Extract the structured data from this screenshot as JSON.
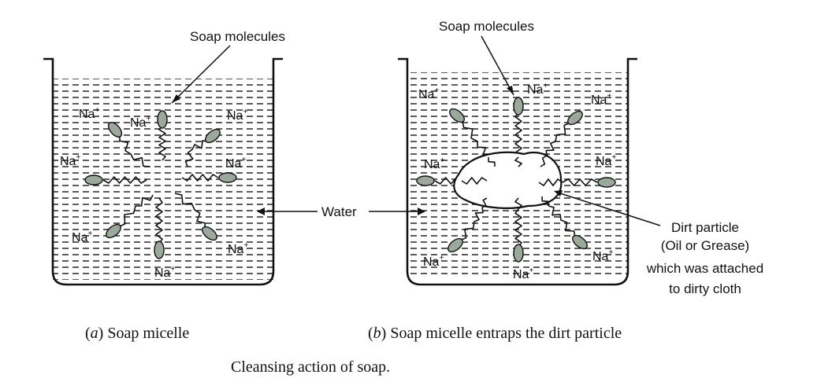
{
  "labels": {
    "soap_molecules_a": "Soap molecules",
    "soap_molecules_b": "Soap molecules",
    "water": "Water",
    "dirt_line1": "Dirt particle",
    "dirt_line2": "(Oil or Grease)",
    "dirt_line3": "which was attached",
    "dirt_line4": "to dirty cloth"
  },
  "ion": {
    "symbol": "Na",
    "charge": "+"
  },
  "captions": {
    "a_letter": "a",
    "a_text": "Soap micelle",
    "b_letter": "b",
    "b_text": "Soap micelle entraps the dirt particle",
    "figure": "Cleansing action of soap."
  },
  "colors": {
    "line": "#111111",
    "head_fill": "#9aa99a",
    "dirt_fill": "#ffffff"
  }
}
